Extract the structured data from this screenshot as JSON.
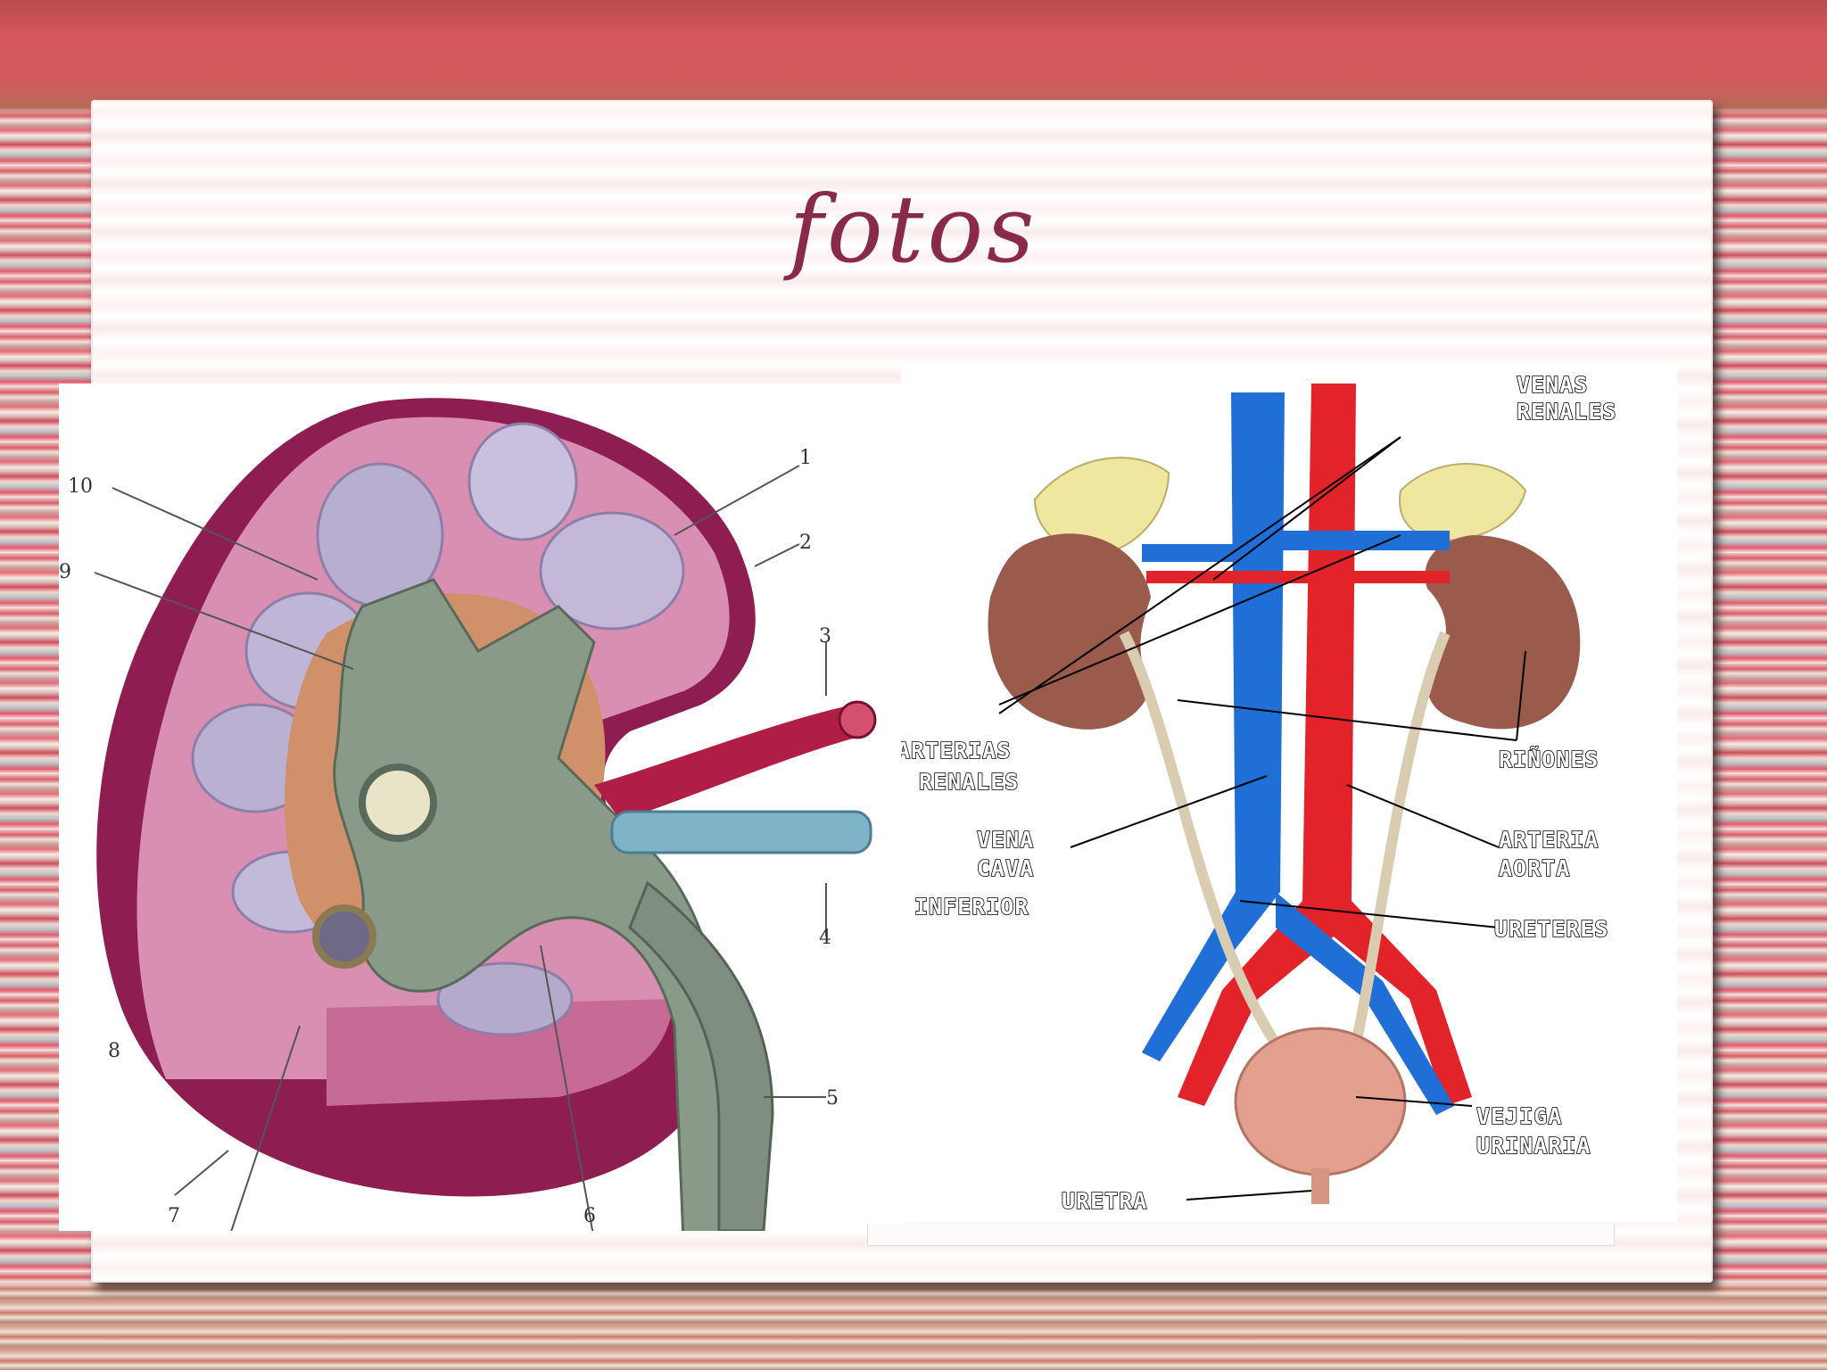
{
  "slide": {
    "title": "fotos"
  },
  "kidney_figure": {
    "labels": [
      "1",
      "2",
      "3",
      "4",
      "5",
      "6",
      "7",
      "8",
      "9",
      "10"
    ]
  },
  "urinary_figure": {
    "labels": {
      "venas_renales": [
        "VENAS",
        "RENALES"
      ],
      "arterias_renales": [
        "ARTERIAS",
        "RENALES"
      ],
      "rinones": [
        "RIÑONES"
      ],
      "vena_cava": [
        "VENA",
        "CAVA",
        "INFERIOR"
      ],
      "arteria_aorta": [
        "ARTERIA",
        "AORTA"
      ],
      "ureteres": [
        "URETERES"
      ],
      "vejiga": [
        "VEJIGA",
        "URINARIA"
      ],
      "uretra": [
        "URETRA"
      ]
    }
  },
  "colors": {
    "title": "#8a2a4a",
    "vein": "#1f6fd6",
    "artery": "#e2232a",
    "kidney": "#9a5a4c",
    "adrenal": "#efe6a0",
    "cortex": "#c2527a",
    "capsule": "#8e1e52"
  }
}
